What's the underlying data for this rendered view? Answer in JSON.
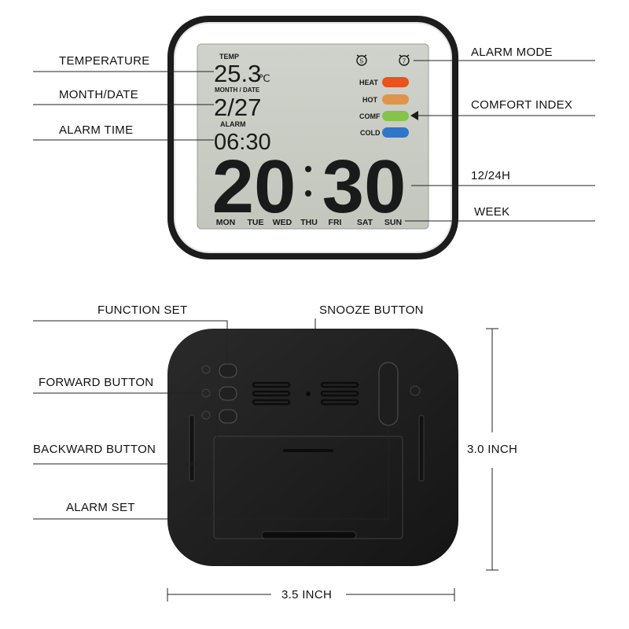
{
  "front_labels": {
    "temperature": "TEMPERATURE",
    "month_date": "MONTH/DATE",
    "alarm_time": "ALARM TIME",
    "alarm_mode": "ALARM MODE",
    "comfort_index": "COMFORT INDEX",
    "hour_mode": "12/24H",
    "week": "WEEK"
  },
  "lcd": {
    "temp_caption": "TEMP",
    "temp_value": "25.3",
    "temp_unit": "℃",
    "date_caption": "MONTH / DATE",
    "date_value": "2/27",
    "alarm_caption": "ALARM",
    "alarm_value": "06:30",
    "time_hours": "20",
    "time_minutes": "30",
    "alarm_icon_left": "5",
    "alarm_icon_right": "7",
    "comfort_levels": [
      {
        "label": "HEAT",
        "color": "#e8531e"
      },
      {
        "label": "HOT",
        "color": "#e0944a"
      },
      {
        "label": "COMF",
        "color": "#86c34a"
      },
      {
        "label": "COLD",
        "color": "#2f76c8"
      }
    ],
    "weekdays": [
      "MON",
      "TUE",
      "WED",
      "THU",
      "FRI",
      "SAT",
      "SUN"
    ]
  },
  "back_labels": {
    "function_set": "FUNCTION SET",
    "snooze_button": "SNOOZE BUTTON",
    "forward_button": "FORWARD BUTTON",
    "backward_button": "BACKWARD BUTTON",
    "alarm_set": "ALARM SET"
  },
  "dimensions": {
    "height": "3.0 INCH",
    "width": "3.5 INCH"
  },
  "colors": {
    "lcd_background": "#c9cdc4",
    "digit": "#1a1a1a",
    "frame": "#1b1b1b"
  }
}
